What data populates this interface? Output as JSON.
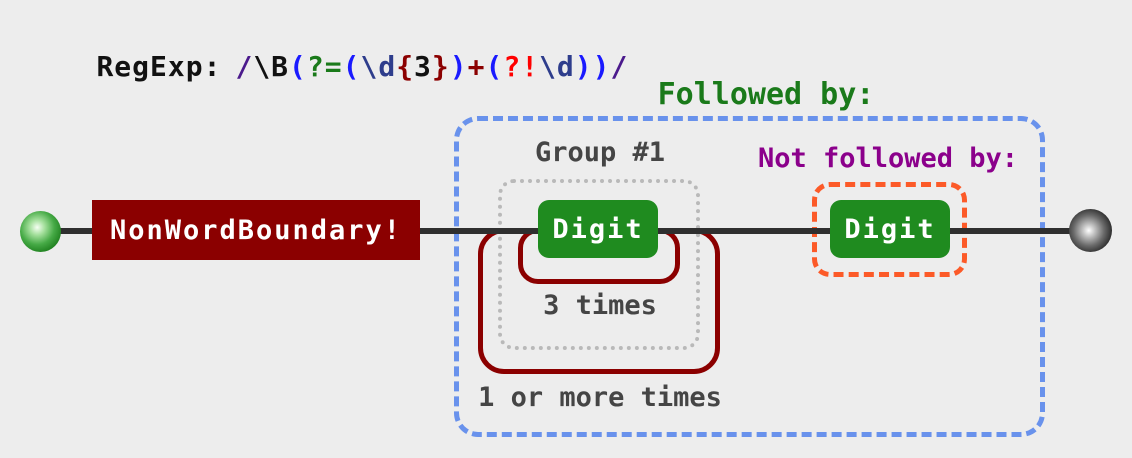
{
  "colors": {
    "background": "#ededed",
    "regex_slash_purple": "#4b1a8c",
    "regex_paren_blue": "#1a1aff",
    "regex_lookahead_green": "#1a7a1a",
    "regex_digit_navy": "#2e3d8c",
    "regex_quantifier_dark_red": "#8b0000",
    "regex_negative_red": "#ff0000",
    "regex_black": "#111111",
    "node_green": "#1f8b1f",
    "node_dark_red": "#8b0000",
    "loop_dark_red": "#8b0000",
    "group_border_gray": "#b9b9b9",
    "lookahead_border_blue": "#6992ec",
    "negative_border_orange": "#fc5a28",
    "label_gray": "#454545",
    "negative_label_purple": "#8b008b",
    "followed_label_green": "#1a7a1a",
    "connector_line": "#2f2f2f"
  },
  "regexp": {
    "label": "RegExp:",
    "pattern": "/\\B(?=(\\d{3})+(?!\\d))/",
    "tokens": [
      {
        "text": "/",
        "css": "color:#4b1a8c"
      },
      {
        "text": "\\B",
        "css": "color:#111111"
      },
      {
        "text": "(",
        "css": "color:#1a1aff"
      },
      {
        "text": "?=",
        "css": "color:#1a7a1a"
      },
      {
        "text": "(",
        "css": "color:#1a1aff"
      },
      {
        "text": "\\d",
        "css": "color:#2e3d8c"
      },
      {
        "text": "{",
        "css": "color:#8b0000"
      },
      {
        "text": "3",
        "css": "color:#111111"
      },
      {
        "text": "}",
        "css": "color:#8b0000"
      },
      {
        "text": ")",
        "css": "color:#1a1aff"
      },
      {
        "text": "+",
        "css": "color:#8b0000"
      },
      {
        "text": "(",
        "css": "color:#1a1aff"
      },
      {
        "text": "?!",
        "css": "color:#ff0000"
      },
      {
        "text": "\\d",
        "css": "color:#2e3d8c"
      },
      {
        "text": ")",
        "css": "color:#1a1aff"
      },
      {
        "text": ")",
        "css": "color:#1a1aff"
      },
      {
        "text": "/",
        "css": "color:#4b1a8c"
      }
    ]
  },
  "diagram": {
    "non_word_boundary": {
      "label": "NonWordBoundary!"
    },
    "lookahead": {
      "label": "Followed by:"
    },
    "group": {
      "label": "Group #1"
    },
    "digit_1": {
      "label": "Digit"
    },
    "repeat_inner": {
      "label": "3 times"
    },
    "repeat_outer": {
      "label": "1 or more times"
    },
    "negative_lookahead": {
      "label": "Not followed by:"
    },
    "digit_2": {
      "label": "Digit"
    }
  }
}
